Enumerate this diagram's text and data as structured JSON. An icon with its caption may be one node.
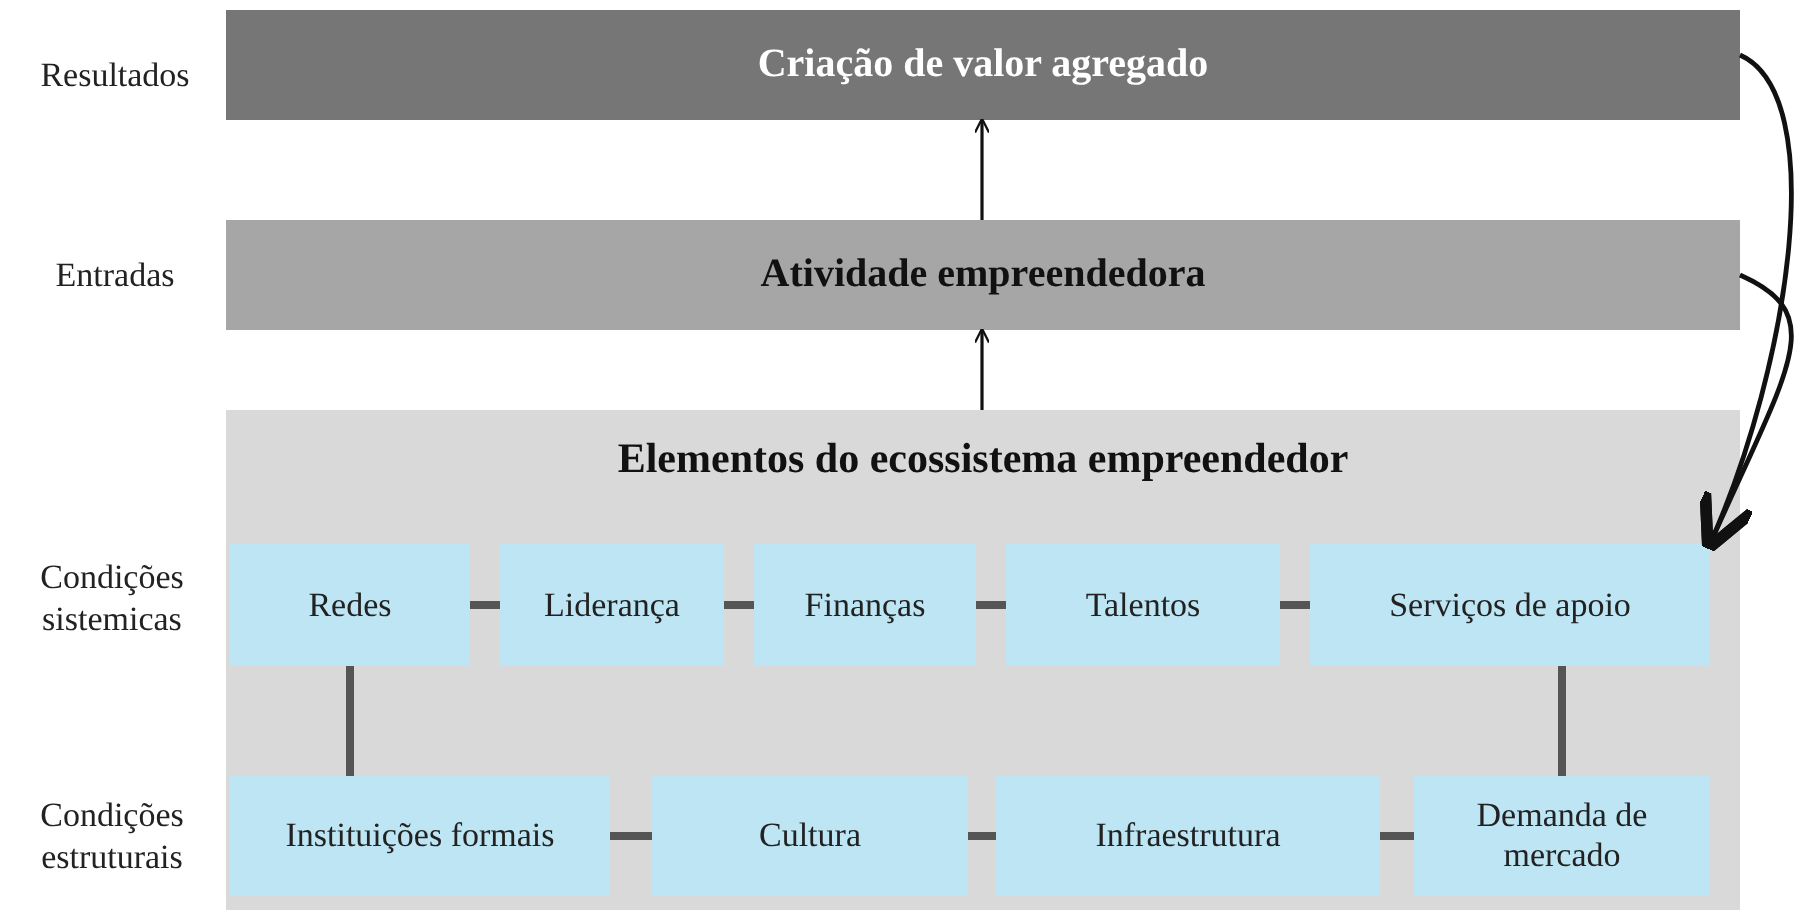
{
  "diagram": {
    "nodes": [
      {
        "text": [
          "Criação de valor agregado"
        ]
      },
      {
        "text": [
          "Atividade empreendedora"
        ]
      },
      {
        "text": [
          "Elementos do ecossistema empreendedor"
        ]
      },
      {
        "text": [
          "Redes"
        ],
        "in": 2
      },
      {
        "text": [
          "Liderança"
        ],
        "in": 2
      },
      {
        "text": [
          "Finanças"
        ],
        "in": 2
      },
      {
        "text": [
          "Talentos"
        ],
        "in": 2
      },
      {
        "text": [
          "Serviços de apoio"
        ],
        "in": 2
      },
      {
        "text": [
          "Instituições formais"
        ],
        "in": 2
      },
      {
        "text": [
          "Cultura"
        ],
        "in": 2
      },
      {
        "text": [
          "Infraestrutura"
        ],
        "in": 2
      },
      {
        "text": [
          "Demanda de mercado"
        ],
        "in": 2
      }
    ],
    "edges": [
      {
        "from": 1,
        "to": 0,
        "arrow": "to",
        "color": "#111111"
      },
      {
        "from": 2,
        "to": 1,
        "arrow": "to",
        "color": "#111111"
      },
      {
        "from": 3,
        "to": 4,
        "arrow": "none"
      },
      {
        "from": 4,
        "to": 5,
        "arrow": "none"
      },
      {
        "from": 5,
        "to": 6,
        "arrow": "none"
      },
      {
        "from": 6,
        "to": 7,
        "arrow": "none"
      },
      {
        "from": 8,
        "to": 9,
        "arrow": "none"
      },
      {
        "from": 9,
        "to": 10,
        "arrow": "none"
      },
      {
        "from": 10,
        "to": 11,
        "arrow": "none"
      },
      {
        "from": 3,
        "to": 8,
        "arrow": "none"
      },
      {
        "from": 7,
        "to": 11,
        "arrow": "none"
      },
      {
        "from": 0,
        "to": 7,
        "arrow": "to",
        "color": "#111111"
      },
      {
        "from": 1,
        "to": 7,
        "arrow": "to",
        "color": "#111111"
      }
    ],
    "labels": [
      "Resultados",
      "Entradas",
      "Condições sistemicas",
      "Condições estruturais"
    ]
  }
}
